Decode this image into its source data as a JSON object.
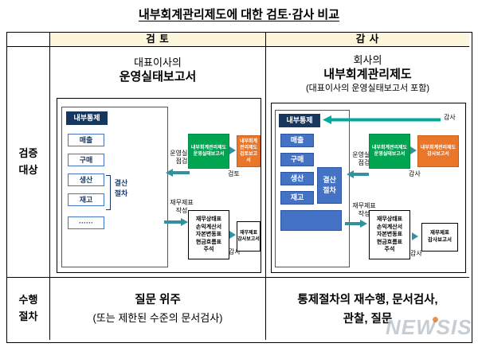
{
  "title": "내부회계관리제도에 대한 검토·감사 비교",
  "headers": {
    "review": "검 토",
    "audit": "감 사"
  },
  "rows": {
    "target": "검증\n대상",
    "procedure": "수행\n절차"
  },
  "review": {
    "heading_top": "대표이사의",
    "heading_main": "운영실태보고서",
    "internal_control": "내부통제",
    "procs": [
      "매출",
      "구매",
      "생산",
      "재고",
      "······"
    ],
    "closing": "결산\n절차",
    "ops_check": "운영실태\n점검",
    "ops_report": "내부회계관리제도\n운영실태보고서",
    "result_report": "내부회계관리제도\n검토보고서",
    "mid_label": "검토",
    "fs_prep": "재무제표\n작성",
    "fs_items": "재무상태표\n손익계산서\n자본변동표\n현금흐름표\n주석",
    "fs_label": "감사",
    "fs_report": "재무제표\n감사보고서",
    "procedure_main": "질문 위주",
    "procedure_sub": "(또는 제한된 수준의 문서검사)"
  },
  "audit": {
    "heading_top": "회사의",
    "heading_main": "내부회계관리제도",
    "heading_sub": "(대표이사의 운영실태보고서 포함)",
    "top_label": "감사",
    "internal_control": "내부통제",
    "procs": [
      "매출",
      "구매",
      "생산",
      "재고"
    ],
    "closing": "결산\n절차",
    "ops_check": "운영실태\n점검",
    "ops_report": "내부회계관리제도\n운영실태보고서",
    "result_report": "내부회계관리제도\n감사보고서",
    "mid_label": "감사",
    "fs_prep": "재무제표\n작성",
    "fs_items": "재무상태표\n손익계산서\n자본변동표\n현금흐름표\n주석",
    "fs_label": "감사",
    "fs_report": "재무제표\n감사보고서",
    "procedure_main": "통제절차의 재수행, 문서검사,",
    "procedure_sub": "관찰, 질문"
  },
  "watermark": "NEWSIS",
  "colors": {
    "header_bg": "#fdf6da",
    "navy": "#17375e",
    "blue": "#4472c4",
    "green": "#00a551",
    "orange": "#e97629",
    "arrow": "#33919f",
    "arrow_green": "#00a99d",
    "border": "#000000",
    "watermark": "#bcc5ce"
  }
}
